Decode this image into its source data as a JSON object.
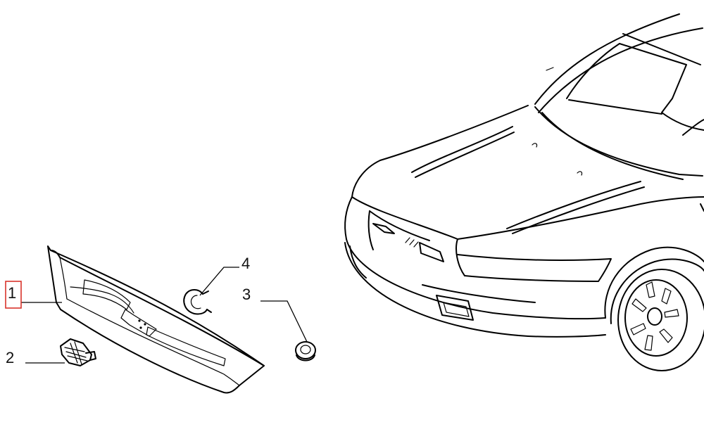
{
  "callouts": [
    {
      "id": "1",
      "label": "1",
      "part": "front-grille-panel",
      "highlighted": true
    },
    {
      "id": "2",
      "label": "2",
      "part": "clip-fastener"
    },
    {
      "id": "3",
      "label": "3",
      "part": "grommet-nut"
    },
    {
      "id": "4",
      "label": "4",
      "part": "retaining-clip"
    }
  ],
  "colors": {
    "line": "#000000",
    "background": "#ffffff",
    "highlight": "#d9342b"
  }
}
